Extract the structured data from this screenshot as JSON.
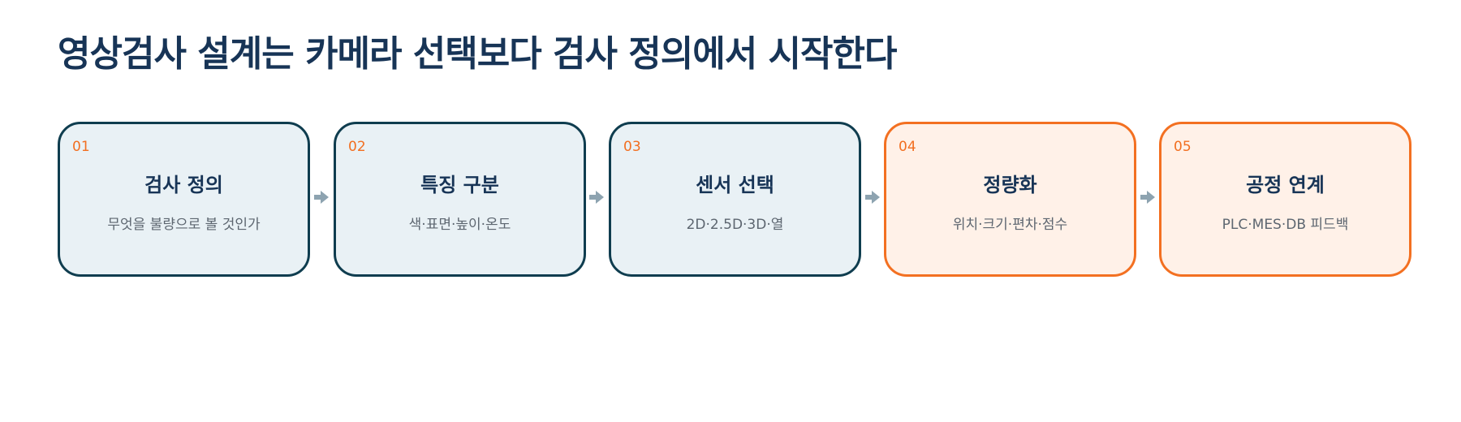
{
  "title": "영상검사 설계는 카메라 선택보다 검사 정의에서 시작한다",
  "colors": {
    "title": "#173456",
    "dark_border": "#0f3d4f",
    "dark_fill": "#e9f1f5",
    "accent_border": "#f37021",
    "accent_fill": "#fff1e8",
    "step_number": "#f26f21",
    "arrow": "#8da3b0"
  },
  "steps": [
    {
      "number": "01",
      "title": "검사 정의",
      "description": "무엇을 불량으로 볼 것인가",
      "accent": false
    },
    {
      "number": "02",
      "title": "특징 구분",
      "description": "색·표면·높이·온도",
      "accent": false
    },
    {
      "number": "03",
      "title": "센서 선택",
      "description": "2D·2.5D·3D·열",
      "accent": false
    },
    {
      "number": "04",
      "title": "정량화",
      "description": "위치·크기·편차·점수",
      "accent": true
    },
    {
      "number": "05",
      "title": "공정 연계",
      "description": "PLC·MES·DB 피드백",
      "accent": true
    }
  ]
}
